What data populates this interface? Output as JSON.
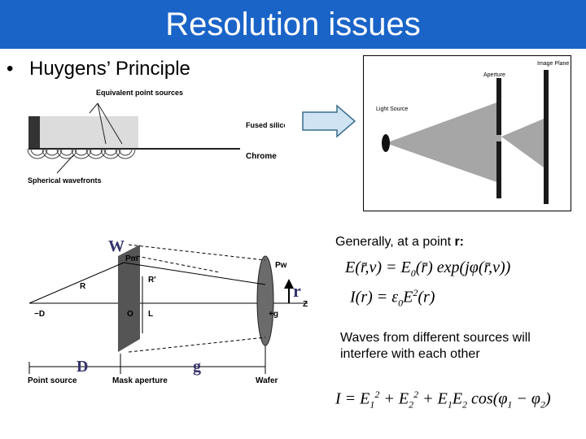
{
  "slide": {
    "title": "Resolution issues",
    "bullet": "Huygens’ Principle"
  },
  "fig_huygens": {
    "label_point_sources": "Equivalent point sources",
    "label_fused": "Fused silicon",
    "label_chrome": "Chrome",
    "label_spherical": "Spherical wavefronts"
  },
  "fig_aperture": {
    "label_aperture": "Aperture",
    "label_image_plane": "Image Plane",
    "label_light_source": "Light Source"
  },
  "fig_geometry": {
    "W": "W",
    "r": "r",
    "D": "D",
    "g": "g",
    "Pm": "Pm",
    "Pw": "Pw",
    "R": "R",
    "Rp": "R'",
    "O": "O",
    "L": "L",
    "Z": "Z",
    "minusD": "−D",
    "plusg": "+g",
    "point_source": "Point source",
    "mask_aperture": "Mask aperture",
    "wafer": "Wafer"
  },
  "text": {
    "generally": "Generally, at a point ",
    "generally_r": "r:",
    "waves": "Waves from different sources will interfere with each other"
  },
  "colors": {
    "title_bar": "#1a64c8",
    "arrow_fill": "#cfe3f2",
    "arrow_stroke": "#3a6d8a",
    "mask_gray": "#555555"
  }
}
